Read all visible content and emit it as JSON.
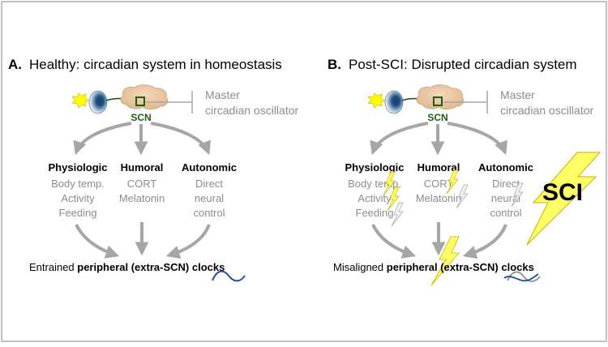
{
  "colors": {
    "frame": "#bfbfbf",
    "arrow": "#a6a6a6",
    "gray_text": "#8c8c8c",
    "scn_green": "#1f5c16",
    "brain": "#e8c39e",
    "sun": "#ffff00",
    "lightning": "#ffff66",
    "wave_blue": "#1f4e9c"
  },
  "panel_a": {
    "letter": "A.",
    "title": "Healthy: circadian system in homeostasis",
    "scn_label": "SCN",
    "master_line1": "Master",
    "master_line2": "circadian oscillator",
    "pathways": {
      "physiologic": {
        "title": "Physiologic",
        "items": [
          "Body temp.",
          "Activity",
          "Feeding"
        ]
      },
      "humoral": {
        "title": "Humoral",
        "items": [
          "CORT",
          "Melatonin"
        ]
      },
      "autonomic": {
        "title": "Autonomic",
        "items": [
          "Direct",
          "neural",
          "control"
        ]
      }
    },
    "bottom_prefix": "Entrained ",
    "bottom_bold": "peripheral (extra-SCN) clocks"
  },
  "panel_b": {
    "letter": "B.",
    "title": "Post-SCI: Disrupted circadian system",
    "scn_label": "SCN",
    "master_line1": "Master",
    "master_line2": "circadian oscillator",
    "pathways": {
      "physiologic": {
        "title": "Physiologic",
        "items": [
          "Body temp.",
          "Activity",
          "Feeding"
        ]
      },
      "humoral": {
        "title": "Humoral",
        "items": [
          "CORT",
          "Melatonin"
        ]
      },
      "autonomic": {
        "title": "Autonomic",
        "items": [
          "Direct",
          "neural",
          "control"
        ]
      }
    },
    "bottom_prefix": "Misaligned ",
    "bottom_bold": "peripheral (extra-SCN) clocks",
    "injury_label": "SCI"
  }
}
